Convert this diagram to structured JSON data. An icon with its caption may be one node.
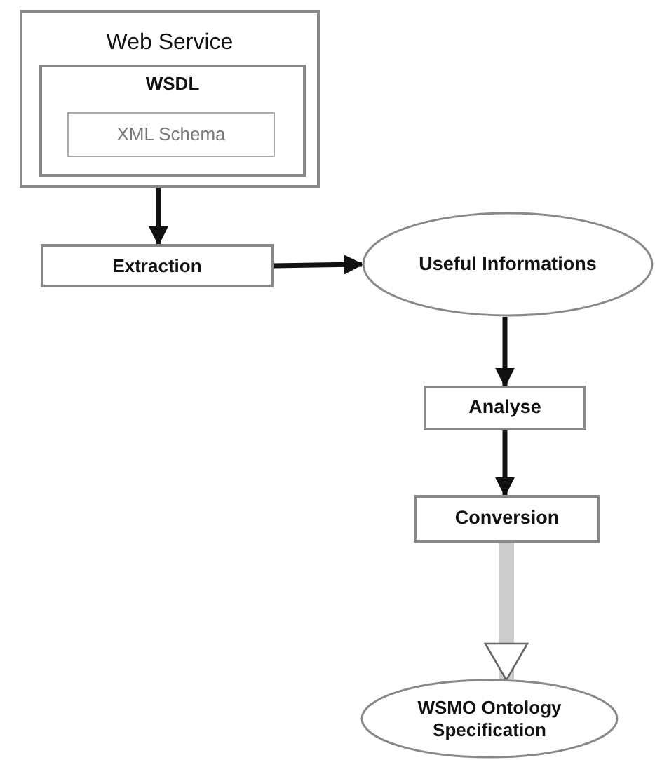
{
  "diagram": {
    "nodes": [
      {
        "text": [
          "Web Service"
        ]
      },
      {
        "text": [
          "WSDL"
        ],
        "in": 0
      },
      {
        "text": [
          "XML Schema"
        ],
        "in": 1
      },
      {
        "text": [
          "Extraction"
        ]
      },
      {
        "text": [
          "Useful Informations"
        ]
      },
      {
        "text": [
          "Analyse"
        ]
      },
      {
        "text": [
          "Conversion"
        ]
      },
      {
        "text": [
          "WSMO Ontology Specification"
        ]
      }
    ],
    "edges": [
      {
        "from": 1,
        "to": 3,
        "arrow": "to"
      },
      {
        "from": 3,
        "to": 4,
        "arrow": "to"
      },
      {
        "from": 4,
        "to": 5,
        "arrow": "to"
      },
      {
        "from": 5,
        "to": 6,
        "arrow": "to"
      },
      {
        "from": 6,
        "to": 7,
        "arrow": "to",
        "style": "thick",
        "color": "#cccccc"
      }
    ]
  }
}
